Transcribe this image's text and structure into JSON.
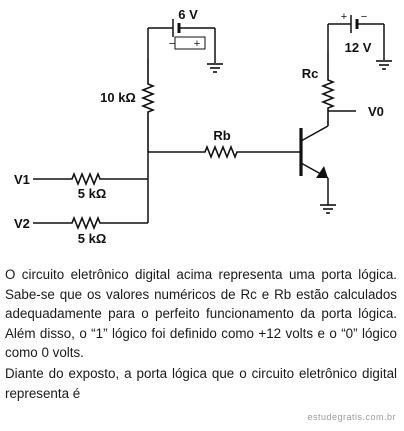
{
  "circuit": {
    "supply_left_label": "6 V",
    "supply_right_label": "12 V",
    "r_pullup_label": "10 kΩ",
    "rc_label": "Rc",
    "rb_label": "Rb",
    "output_label": "V0",
    "input1_label": "V1",
    "input1_resistor_label": "5 kΩ",
    "input2_label": "V2",
    "input2_resistor_label": "5 kΩ",
    "battery_minus": "−",
    "battery_plus": "+"
  },
  "question": {
    "paragraph1": "O circuito eletrônico digital acima representa uma porta lógica. Sabe-se que os valores numéricos de Rc e Rb es­tão calculados adequadamente para o perfeito funciona­mento da porta lógica. Além disso, o “1” lógico foi definido como +12 volts e o “0” lógico como 0 volts.",
    "paragraph2": "Diante do exposto, a porta lógica que o circuito eletrônico digital representa é"
  },
  "watermark": "estudegratis.com.br"
}
